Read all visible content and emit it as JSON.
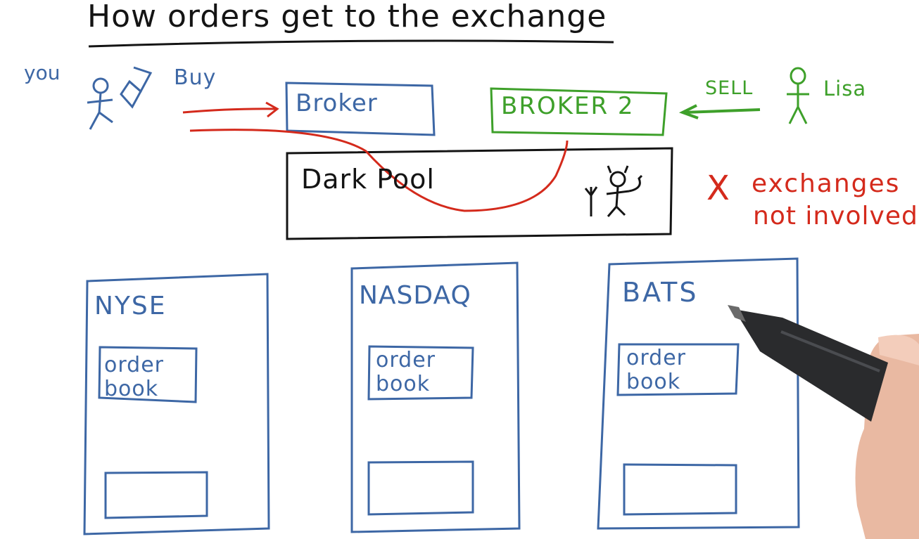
{
  "title": "How orders get to the exchange",
  "you_label": "you",
  "buy_label": "Buy",
  "broker_label": "Broker",
  "broker2_label": "BROKER 2",
  "sell_label": "SELL",
  "lisa_label": "Lisa",
  "dark_pool_label": "Dark Pool",
  "x_mark": "X",
  "note_line1": "exchanges",
  "note_line2": "not involved",
  "exchanges": [
    {
      "name": "NYSE",
      "book_line1": "order",
      "book_line2": "book"
    },
    {
      "name": "NASDAQ",
      "book_line1": "order",
      "book_line2": "book"
    },
    {
      "name": "BATS",
      "book_line1": "order",
      "book_line2": "book"
    }
  ],
  "colors": {
    "blue": "#3d67a5",
    "black": "#141414",
    "green": "#3ea02a",
    "red": "#d42a1c"
  },
  "icons": [
    "stick-figure-you-icon",
    "laptop-icon",
    "stick-figure-lisa-icon",
    "devil-icon",
    "pen-hand-icon"
  ]
}
